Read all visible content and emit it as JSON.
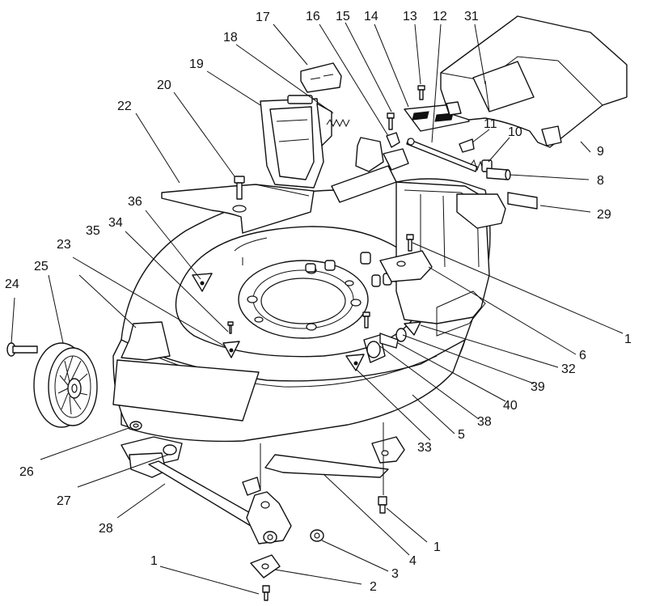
{
  "callouts": {
    "c1": "1",
    "c2": "2",
    "c3": "3",
    "c4": "4",
    "c5": "5",
    "c6": "6",
    "c8": "8",
    "c9": "9",
    "c10": "10",
    "c11": "11",
    "c12": "12",
    "c13": "13",
    "c14": "14",
    "c15": "15",
    "c16": "16",
    "c17": "17",
    "c18": "18",
    "c19": "19",
    "c20": "20",
    "c22": "22",
    "c23": "23",
    "c24": "24",
    "c25": "25",
    "c26": "26",
    "c27": "27",
    "c28": "28",
    "c29": "29",
    "c31": "31",
    "c32": "32",
    "c33": "33",
    "c34": "34",
    "c35": "35",
    "c36": "36",
    "c38": "38",
    "c39": "39",
    "c40": "40"
  }
}
